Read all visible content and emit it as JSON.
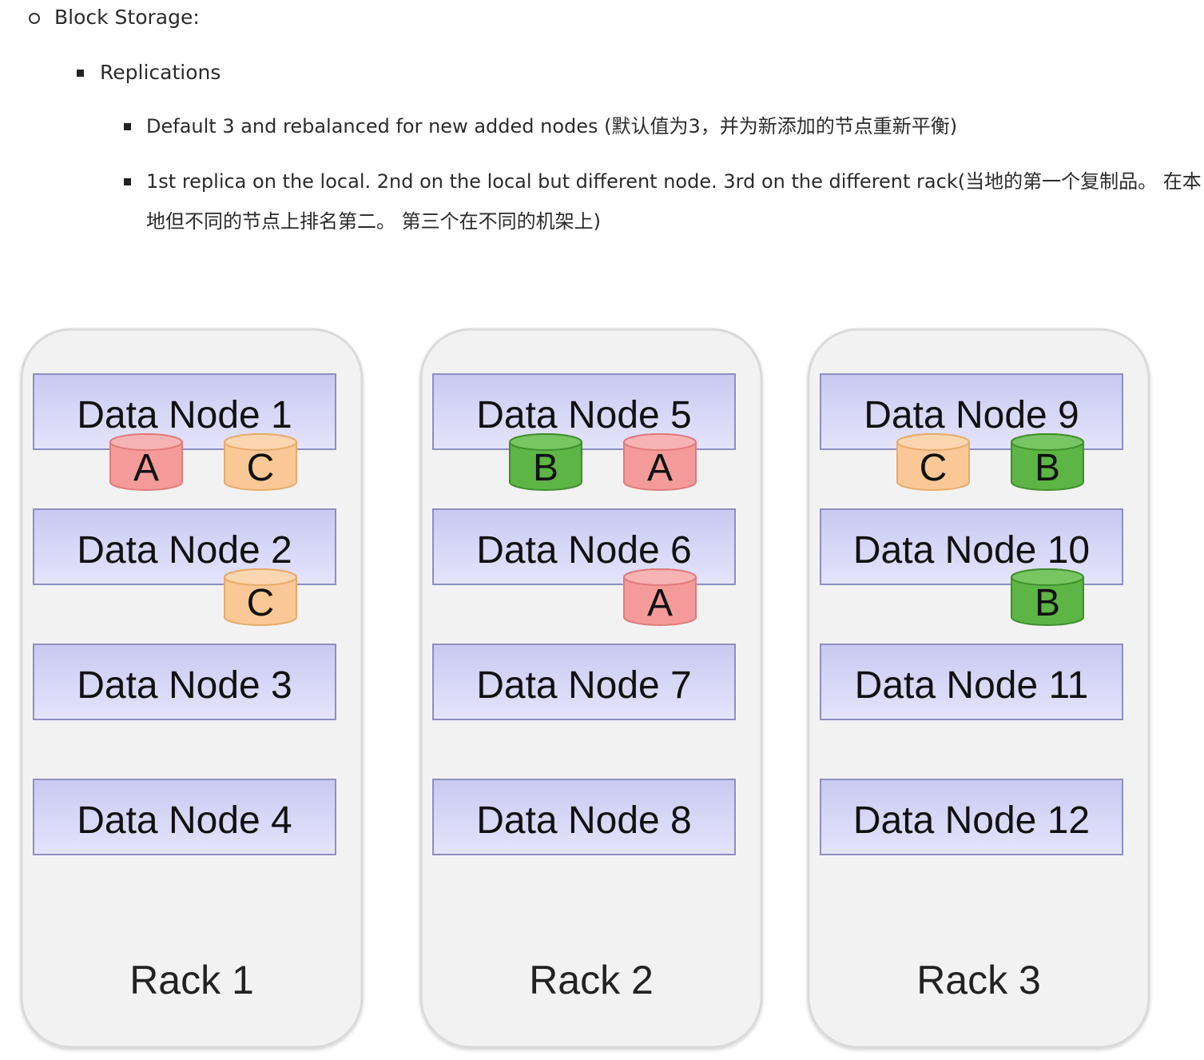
{
  "bullets": {
    "level1": "Block Storage:",
    "level2": "Replications",
    "level3_a": "Default 3 and rebalanced for new added nodes (默认值为3，并为新添加的节点重新平衡)",
    "level3_b": "1st replica on the local. 2nd on the local but different node. 3rd on the different rack(当地的第一个复制品。 在本地但不同的节点上排名第二。 第三个在不同的机架上)"
  },
  "racks": [
    {
      "label": "Rack 1",
      "nodes": [
        {
          "label": "Data Node 1",
          "replicas": [
            "A",
            "C"
          ]
        },
        {
          "label": "Data Node 2",
          "replicas": [
            "",
            "C"
          ]
        },
        {
          "label": "Data Node 3",
          "replicas": []
        },
        {
          "label": "Data Node 4",
          "replicas": []
        }
      ]
    },
    {
      "label": "Rack 2",
      "nodes": [
        {
          "label": "Data Node 5",
          "replicas": [
            "B",
            "A"
          ]
        },
        {
          "label": "Data Node 6",
          "replicas": [
            "",
            "A"
          ]
        },
        {
          "label": "Data Node 7",
          "replicas": []
        },
        {
          "label": "Data Node 8",
          "replicas": []
        }
      ]
    },
    {
      "label": "Rack 3",
      "nodes": [
        {
          "label": "Data Node 9",
          "replicas": [
            "C",
            "B"
          ]
        },
        {
          "label": "Data Node 10",
          "replicas": [
            "",
            "B"
          ]
        },
        {
          "label": "Data Node 11",
          "replicas": []
        },
        {
          "label": "Data Node 12",
          "replicas": []
        }
      ]
    }
  ],
  "replica_colors": {
    "A": {
      "fill": "#f49a9a",
      "top": "#f7b3b3",
      "stroke": "#e07b7b"
    },
    "B": {
      "fill": "#5cb545",
      "top": "#78c663",
      "stroke": "#3f8f2c"
    },
    "C": {
      "fill": "#f9c896",
      "top": "#fbd6b0",
      "stroke": "#e8aa6d"
    }
  },
  "colors": {
    "rack_fill": "#f2f2f2",
    "rack_stroke": "#dadada",
    "node_fill_top": "#c9c9f2",
    "node_fill_bottom": "#e4e4fb",
    "node_stroke": "#8e8ec0"
  }
}
